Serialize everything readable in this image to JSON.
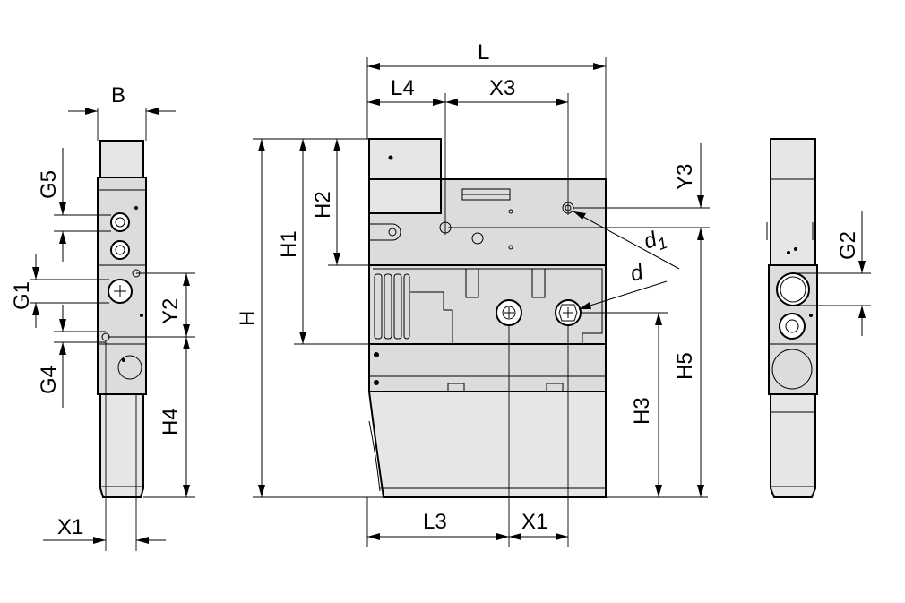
{
  "labels": {
    "B": "B",
    "G5": "G5",
    "G1": "G1",
    "Y2": "Y2",
    "G4": "G4",
    "H4": "H4",
    "X1_left": "X1",
    "H": "H",
    "H1": "H1",
    "H2": "H2",
    "L": "L",
    "L4": "L4",
    "X3": "X3",
    "L3": "L3",
    "X1_bottom": "X1",
    "H3": "H3",
    "H5": "H5",
    "Y3": "Y3",
    "d1_main": "d",
    "d1_sub": "1",
    "d": "d",
    "G2": "G2"
  }
}
